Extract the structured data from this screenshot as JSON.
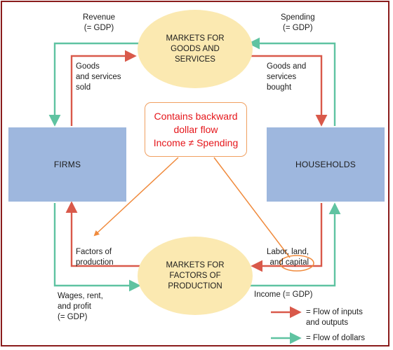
{
  "colors": {
    "input_flow": "#d9594a",
    "dollar_flow": "#5fc3a1",
    "annotation": "#e5161b",
    "annotation_arrow": "#f08a3c",
    "box_fill": "#9eb7de",
    "oval_fill": "#fbe9b1"
  },
  "nodes": {
    "goods_market": "MARKETS FOR\nGOODS AND\nSERVICES",
    "factor_market": "MARKETS FOR\nFACTORS OF\nPRODUCTION",
    "firms": "FIRMS",
    "households": "HOUSEHOLDS"
  },
  "labels": {
    "revenue": "Revenue\n(= GDP)",
    "spending": "Spending\n(= GDP)",
    "goods_sold": "Goods\nand services\nsold",
    "goods_bought": "Goods and\nservices\nbought",
    "factors_of_production": "Factors of\nproduction",
    "labor_land_capital_prefix": "Labor, land,\nand ",
    "capital": "capital",
    "wages": "Wages, rent,\nand profit\n(= GDP)",
    "income": "Income (= GDP)"
  },
  "annotation": {
    "text": "Contains backward\ndollar flow\nIncome ≠ Spending"
  },
  "legend": {
    "inputs_outputs": "= Flow of inputs\nand outputs",
    "dollars": "= Flow of dollars"
  }
}
